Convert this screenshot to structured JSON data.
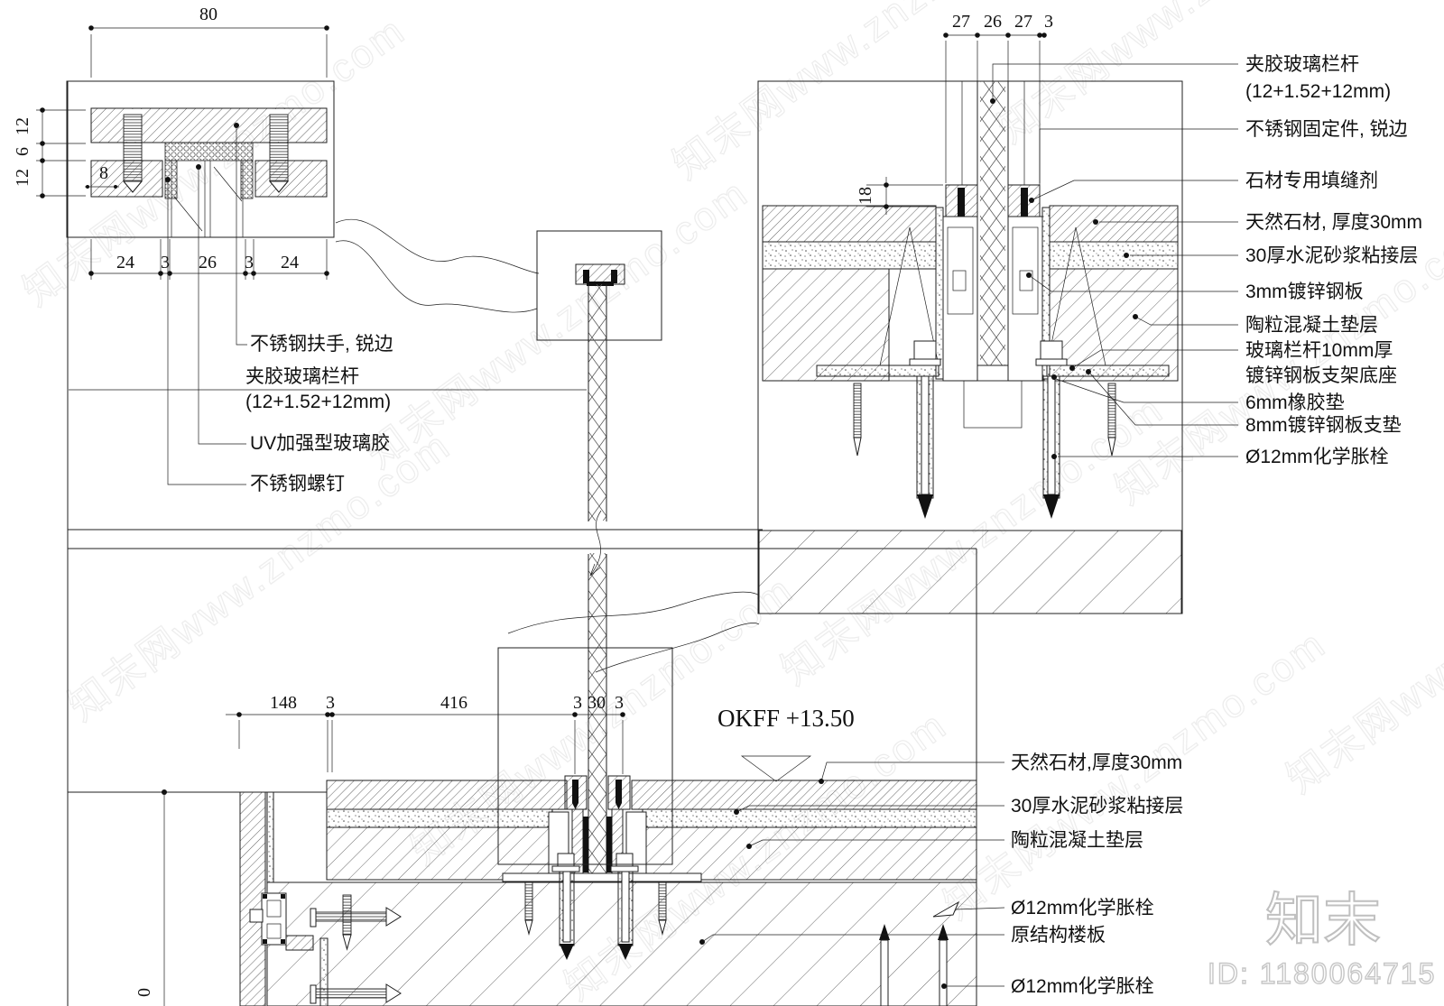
{
  "watermark": {
    "tile": "知末网www.znzmo.com",
    "logo": "知末",
    "id_label": "ID: 1180064715",
    "color": "#cccccc"
  },
  "level": {
    "okff": "OKFF +13.50"
  },
  "dims": {
    "top_left": {
      "overall": "80",
      "b1": "24",
      "b2": "3",
      "b3": "26",
      "b4": "3",
      "b5": "24",
      "l1": "12",
      "l2": "6",
      "l3": "12",
      "inner": "8"
    },
    "top_right": {
      "d1": "27",
      "d2": "26",
      "d3": "27",
      "d4": "3",
      "v": "18"
    },
    "bottom": {
      "d1": "148",
      "d2": "3",
      "d3": "416",
      "d4": "3",
      "d5": "30",
      "d6": "3",
      "v": "0"
    }
  },
  "labels": {
    "left": [
      "不锈钢扶手, 锐边",
      "夹胶玻璃栏杆",
      "(12+1.52+12mm)",
      "UV加强型玻璃胶",
      "不锈钢螺钉"
    ],
    "right": [
      "夹胶玻璃栏杆",
      "(12+1.52+12mm)",
      "不锈钢固定件, 锐边",
      "石材专用填缝剂",
      "天然石材, 厚度30mm",
      "30厚水泥砂浆粘接层",
      "3mm镀锌钢板",
      "陶粒混凝土垫层",
      "玻璃栏杆10mm厚",
      "镀锌钢板支架底座",
      "6mm橡胶垫",
      "8mm镀锌钢板支垫",
      "Ø12mm化学胀栓"
    ],
    "bottom": [
      "天然石材,厚度30mm",
      "30厚水泥砂浆粘接层",
      "陶粒混凝土垫层",
      "Ø12mm化学胀栓",
      "原结构楼板",
      "Ø12mm化学胀栓"
    ]
  }
}
